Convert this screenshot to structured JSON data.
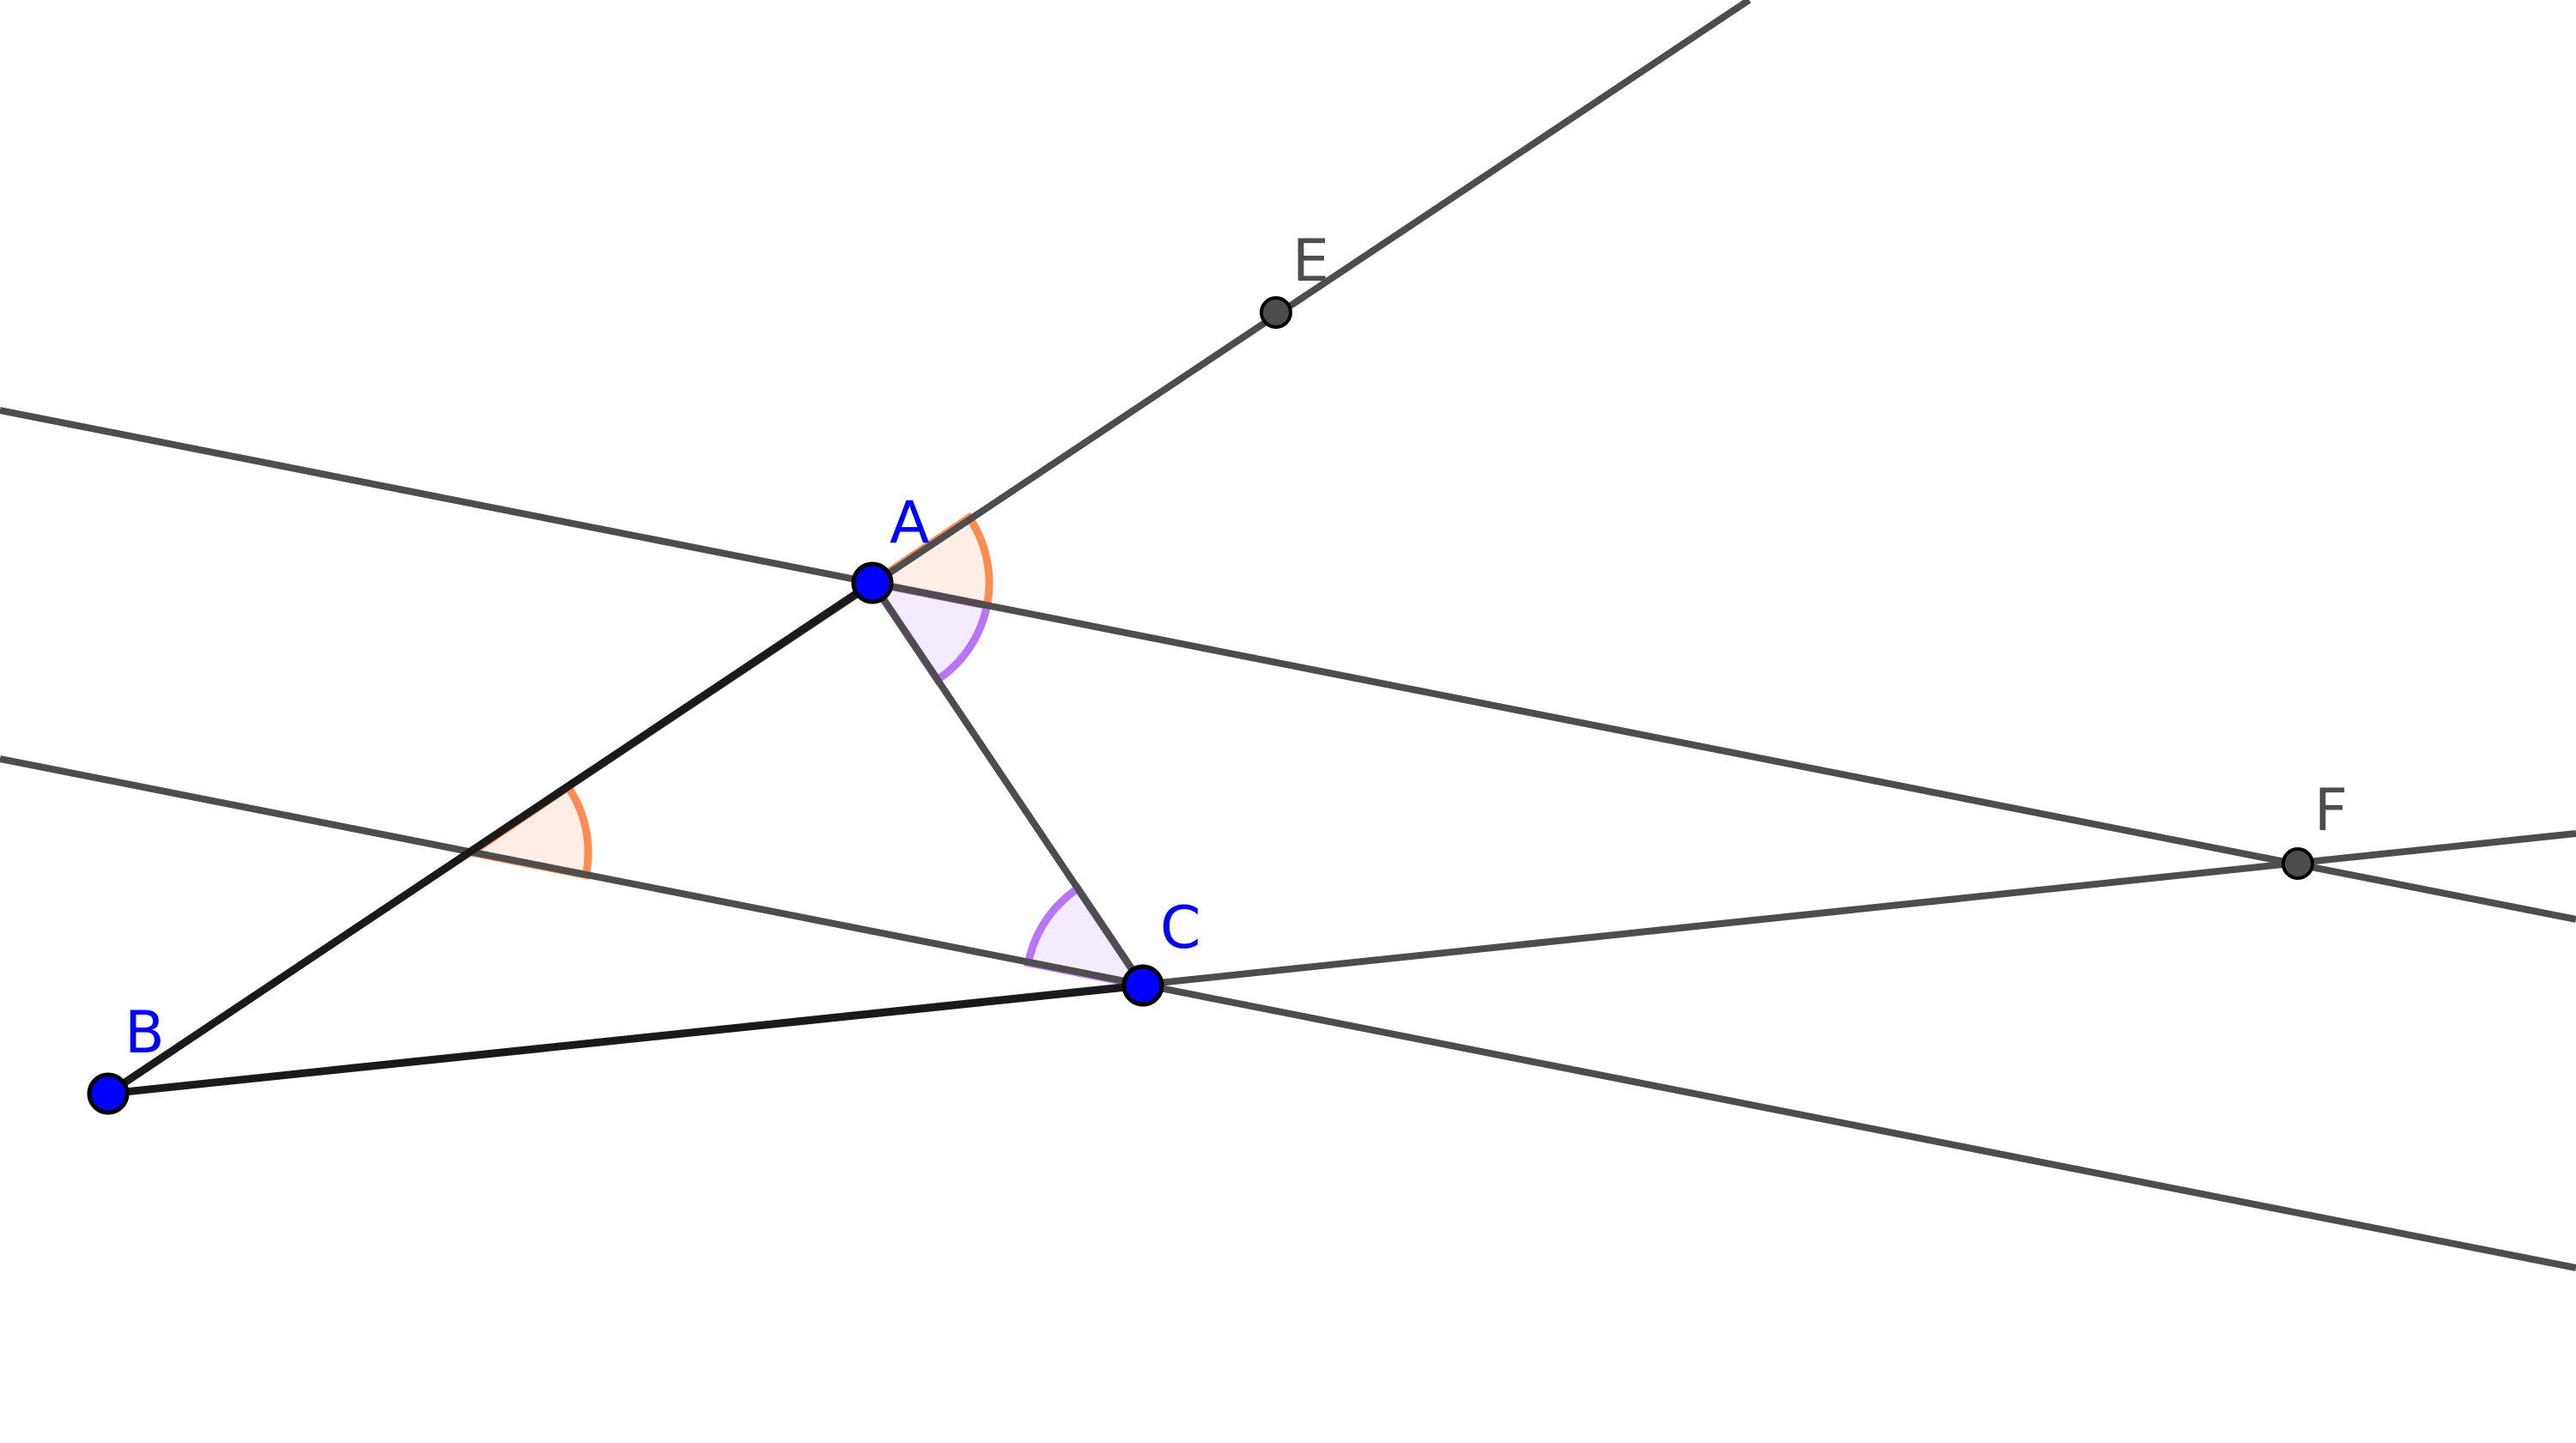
{
  "points": {
    "A": {
      "label": "A",
      "color": "#0000ff"
    },
    "B": {
      "label": "B",
      "color": "#0000ff"
    },
    "C": {
      "label": "C",
      "color": "#0000ff"
    },
    "E": {
      "label": "E",
      "color": "#4d4d4d"
    },
    "F": {
      "label": "F",
      "color": "#4d4d4d"
    }
  },
  "colors": {
    "line": "#4d4d4d",
    "segment": "#1a1a1a",
    "angle_orange": "#ff7f3f",
    "angle_purple": "#b266ff"
  }
}
